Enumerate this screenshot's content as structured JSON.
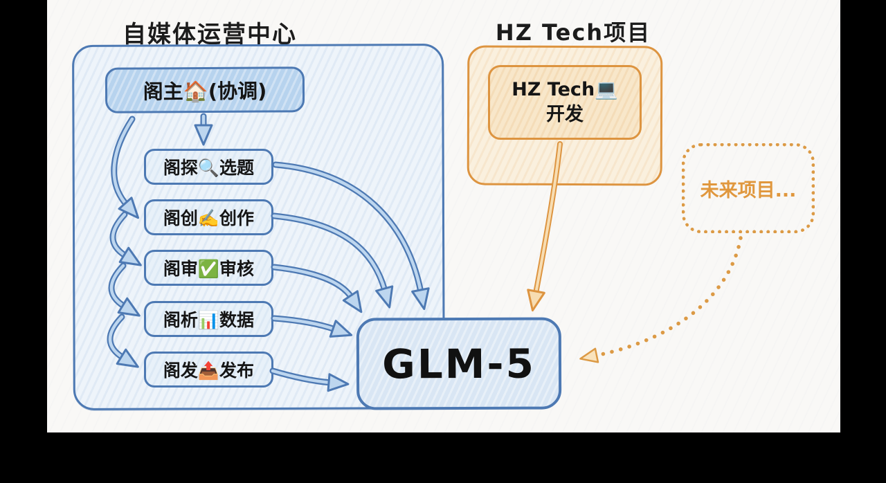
{
  "diagram": {
    "left_group": {
      "title": "自媒体运营中心",
      "coordinator": "阁主🏠(协调)",
      "agents": [
        "阁探🔍选题",
        "阁创✍️创作",
        "阁审✅审核",
        "阁析📊数据",
        "阁发📤发布"
      ]
    },
    "right_group": {
      "title": "HZ Tech项目",
      "project_line1": "HZ Tech💻",
      "project_line2": "开发"
    },
    "future_box": "未来项目...",
    "core_box": "GLM-5",
    "colors": {
      "blue_stroke": "#4d79b3",
      "blue_fill": "#b7d3ee",
      "blue_fill_light": "#e8f1f9",
      "glm_fill": "#d9e6f4",
      "orange_stroke": "#dd9440",
      "orange_container_fill": "#faf0de",
      "orange_box_fill": "#f8e7ca",
      "future_text": "#e0973d",
      "canvas_bg": "#f9f8f6",
      "frame_bg": "#000000",
      "title_text": "#1c1c1c"
    }
  }
}
